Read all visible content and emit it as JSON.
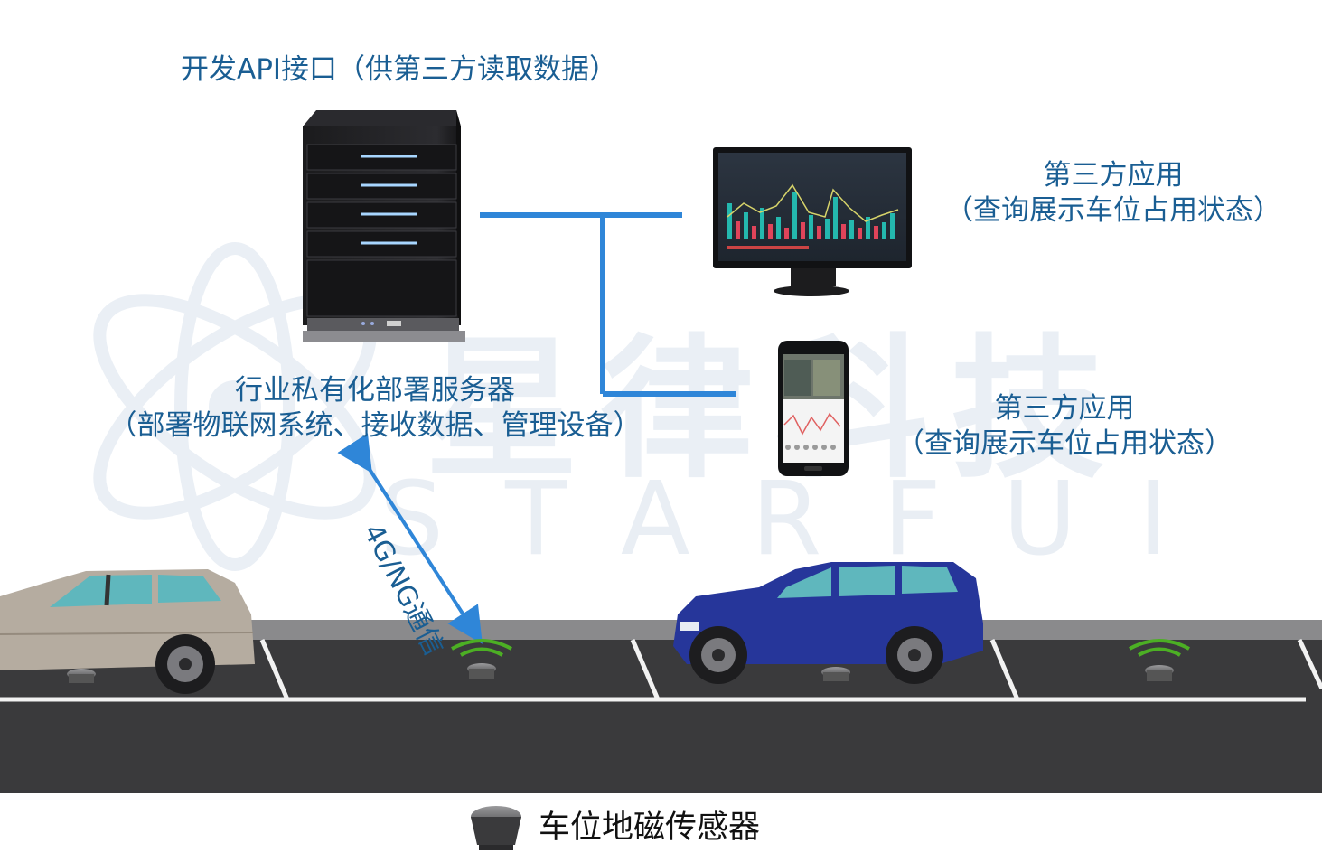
{
  "api_label": "开发API接口（供第三方读取数据）",
  "server": {
    "title": "行业私有化部署服务器",
    "subtitle": "（部署物联网系统、接收数据、管理设备）"
  },
  "monitor_app": {
    "title": "第三方应用",
    "subtitle": "（查询展示车位占用状态）"
  },
  "phone_app": {
    "title": "第三方应用",
    "subtitle": "（查询展示车位占用状态）"
  },
  "communication_label": "4G/NG通信",
  "sensor_caption": "车位地磁传感器",
  "watermark": {
    "cn": "星律科技",
    "en": "STARFUI"
  },
  "colors": {
    "label_blue": "#1a5e93",
    "link_blue": "#2f86d8",
    "signal_green": "#4caf24",
    "asphalt": "#3a3a3c",
    "curb": "#8a8a8c"
  }
}
